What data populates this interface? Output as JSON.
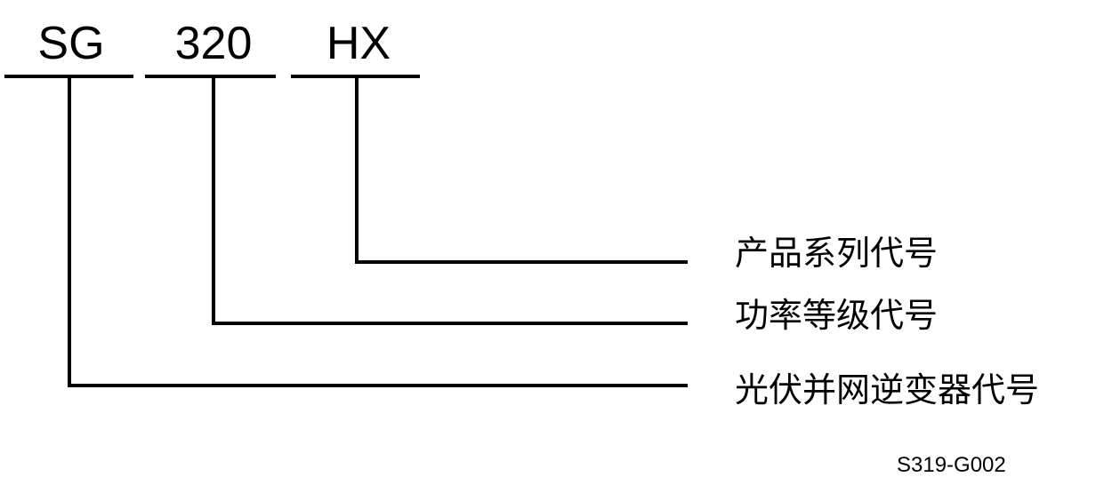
{
  "codes": [
    {
      "text": "SG"
    },
    {
      "text": "320"
    },
    {
      "text": "HX"
    }
  ],
  "descriptions": [
    {
      "text": "产品系列代号"
    },
    {
      "text": "功率等级代号"
    },
    {
      "text": "光伏并网逆变器代号"
    }
  ],
  "figure_id": "S319-G002",
  "colors": {
    "stroke": "#000000",
    "background": "#ffffff"
  }
}
